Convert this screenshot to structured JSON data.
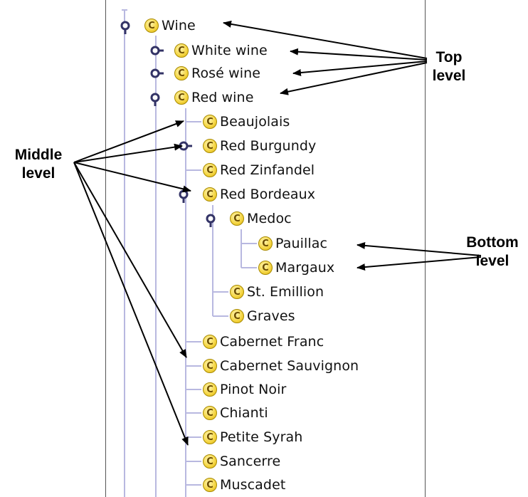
{
  "tree": {
    "nodes": [
      {
        "label": "Wine",
        "icon": "class-c-icon"
      },
      {
        "label": "White wine",
        "icon": "class-c-icon"
      },
      {
        "label": "Rosé wine",
        "icon": "class-c-icon"
      },
      {
        "label": "Red wine",
        "icon": "class-c-icon"
      },
      {
        "label": "Beaujolais",
        "icon": "class-c-icon"
      },
      {
        "label": "Red Burgundy",
        "icon": "class-c-icon"
      },
      {
        "label": "Red Zinfandel",
        "icon": "class-c-icon"
      },
      {
        "label": "Red Bordeaux",
        "icon": "class-c-icon"
      },
      {
        "label": "Medoc",
        "icon": "class-c-icon"
      },
      {
        "label": "Pauillac",
        "icon": "class-c-icon"
      },
      {
        "label": "Margaux",
        "icon": "class-c-icon"
      },
      {
        "label": "St. Emillion",
        "icon": "class-c-icon"
      },
      {
        "label": "Graves",
        "icon": "class-c-icon"
      },
      {
        "label": "Cabernet Franc",
        "icon": "class-c-icon"
      },
      {
        "label": "Cabernet Sauvignon",
        "icon": "class-c-icon"
      },
      {
        "label": "Pinot Noir",
        "icon": "class-c-icon"
      },
      {
        "label": "Chianti",
        "icon": "class-c-icon"
      },
      {
        "label": "Petite Syrah",
        "icon": "class-c-icon"
      },
      {
        "label": "Sancerre",
        "icon": "class-c-icon"
      },
      {
        "label": "Muscadet",
        "icon": "class-c-icon"
      }
    ],
    "icon_letter": "C"
  },
  "annotations": {
    "top_level": [
      "Top",
      "level"
    ],
    "middle_level": [
      "Middle",
      "level"
    ],
    "bottom_level": [
      "Bottom",
      "level"
    ]
  },
  "colors": {
    "icon_fill": "#f4d440",
    "guide_line": "#b8b8e0",
    "handle": "#333366"
  }
}
